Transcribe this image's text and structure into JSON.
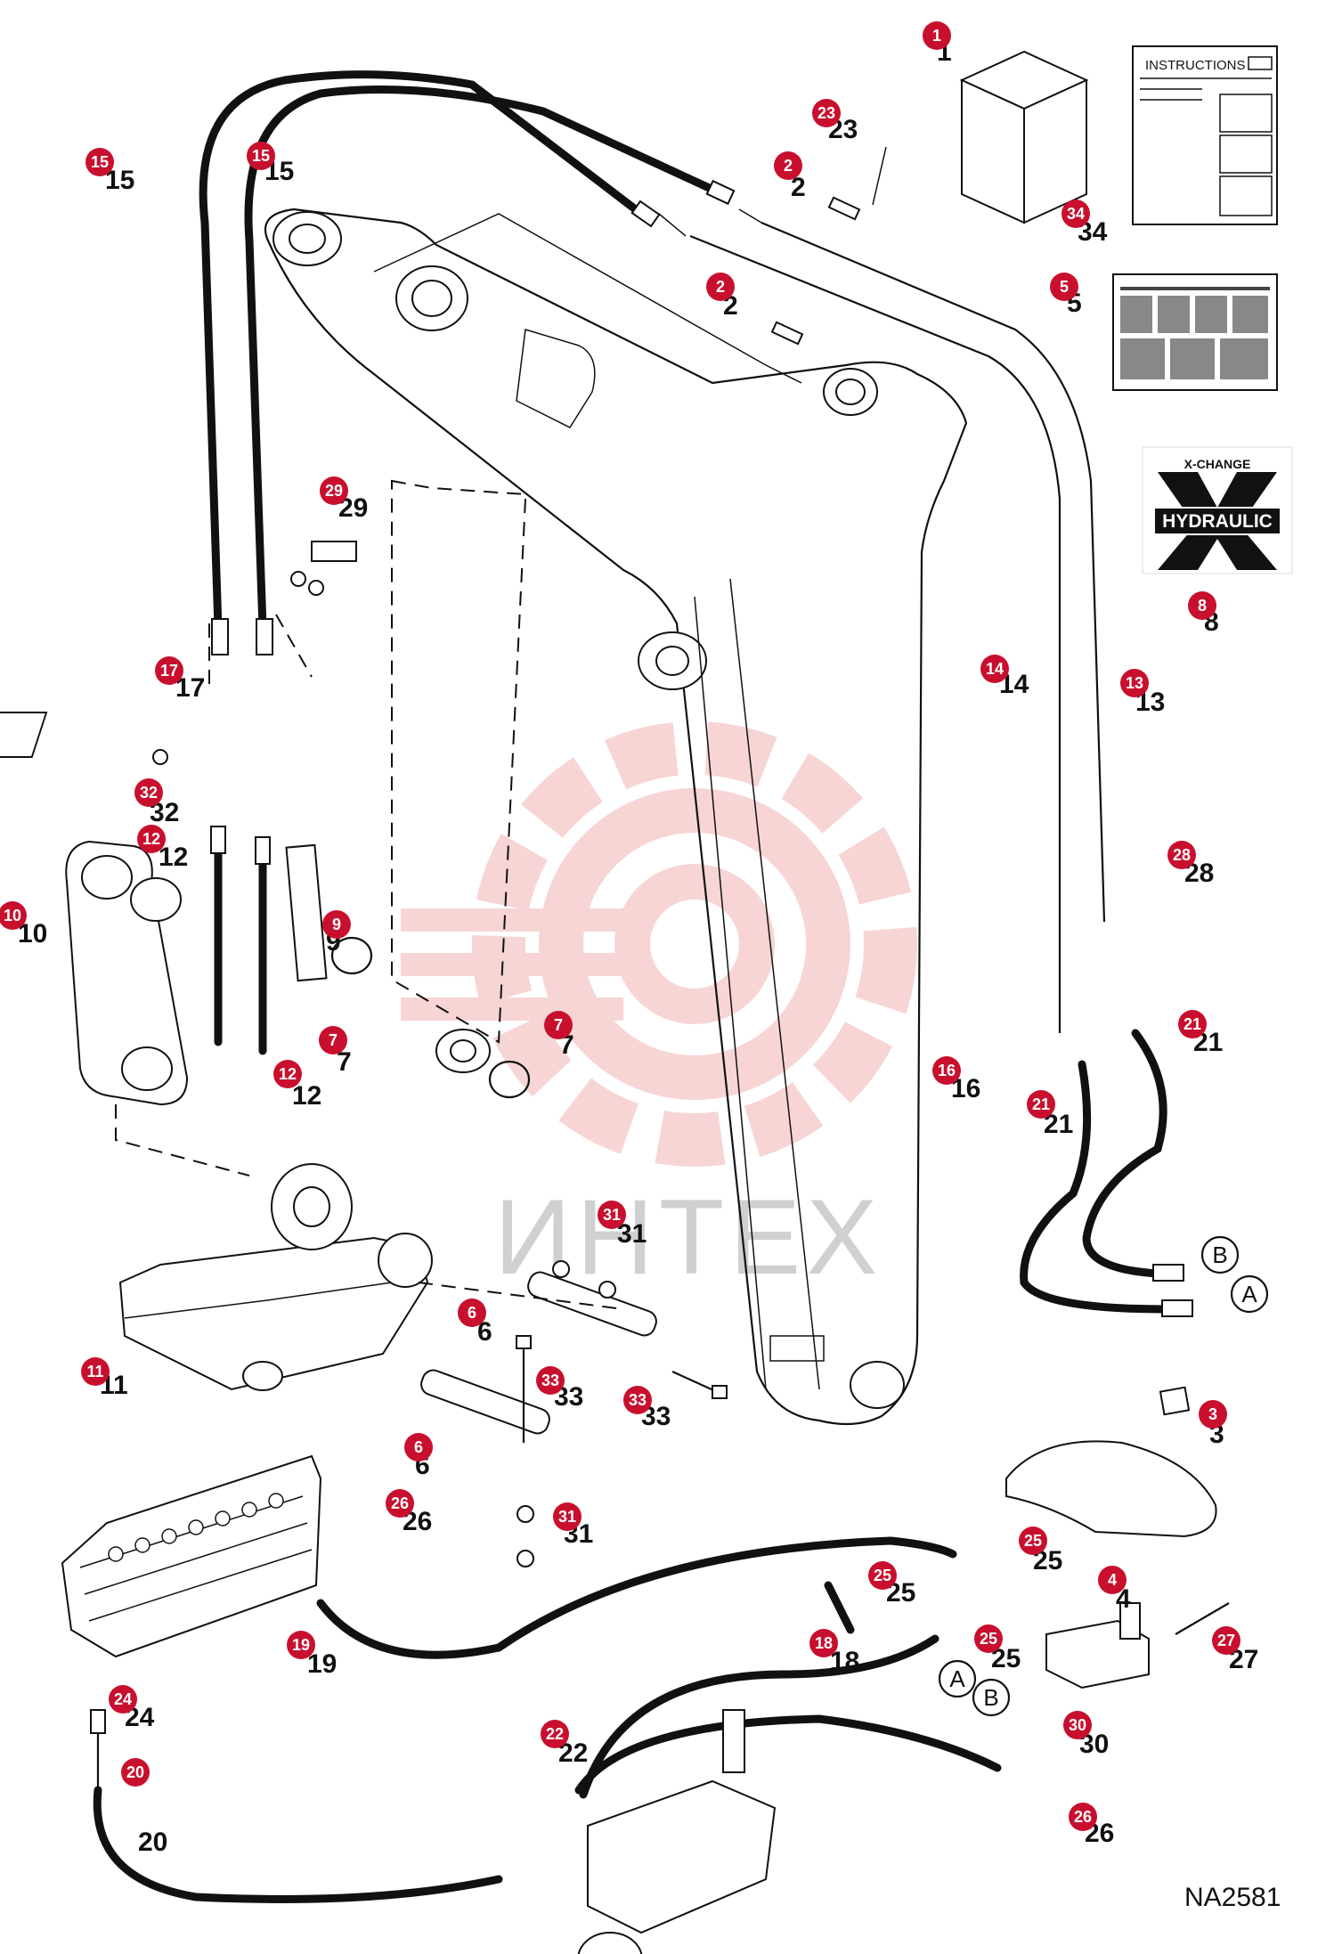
{
  "document": {
    "drawing_id": "NA2581",
    "watermark_text": "ИНТЕХ",
    "instructions_title": "INSTRUCTIONS",
    "decal_brand": "X-CHANGE",
    "decal_text": "HYDRAULIC",
    "port_a": "A",
    "port_b": "B"
  },
  "colors": {
    "callout": "#c8102e",
    "watermark": "#f2b3b3",
    "line": "#111111"
  },
  "callouts": [
    {
      "id": "c1",
      "number": "1"
    },
    {
      "id": "c23",
      "number": "23"
    },
    {
      "id": "c2a",
      "number": "2"
    },
    {
      "id": "c2b",
      "number": "2"
    },
    {
      "id": "c15a",
      "number": "15"
    },
    {
      "id": "c15b",
      "number": "15"
    },
    {
      "id": "c34",
      "number": "34"
    },
    {
      "id": "c5",
      "number": "5"
    },
    {
      "id": "c8",
      "number": "8"
    },
    {
      "id": "c29",
      "number": "29"
    },
    {
      "id": "c17",
      "number": "17"
    },
    {
      "id": "c32",
      "number": "32"
    },
    {
      "id": "c12a",
      "number": "12"
    },
    {
      "id": "c10",
      "number": "10"
    },
    {
      "id": "c9",
      "number": "9"
    },
    {
      "id": "c7a",
      "number": "7"
    },
    {
      "id": "c7b",
      "number": "7"
    },
    {
      "id": "c12b",
      "number": "12"
    },
    {
      "id": "c14",
      "number": "14"
    },
    {
      "id": "c13",
      "number": "13"
    },
    {
      "id": "c28",
      "number": "28"
    },
    {
      "id": "c21a",
      "number": "21"
    },
    {
      "id": "c16",
      "number": "16"
    },
    {
      "id": "c21b",
      "number": "21"
    },
    {
      "id": "c31a",
      "number": "31"
    },
    {
      "id": "c6a",
      "number": "6"
    },
    {
      "id": "c11",
      "number": "11"
    },
    {
      "id": "c33a",
      "number": "33"
    },
    {
      "id": "c33b",
      "number": "33"
    },
    {
      "id": "c6b",
      "number": "6"
    },
    {
      "id": "c3",
      "number": "3"
    },
    {
      "id": "c26a",
      "number": "26"
    },
    {
      "id": "c31b",
      "number": "31"
    },
    {
      "id": "c25a",
      "number": "25"
    },
    {
      "id": "c4",
      "number": "4"
    },
    {
      "id": "c25b",
      "number": "25"
    },
    {
      "id": "c19",
      "number": "19"
    },
    {
      "id": "c18",
      "number": "18"
    },
    {
      "id": "c25c",
      "number": "25"
    },
    {
      "id": "c27",
      "number": "27"
    },
    {
      "id": "c24",
      "number": "24"
    },
    {
      "id": "c30",
      "number": "30"
    },
    {
      "id": "c22",
      "number": "22"
    },
    {
      "id": "c20",
      "number": "20"
    },
    {
      "id": "c26b",
      "number": "26"
    }
  ]
}
